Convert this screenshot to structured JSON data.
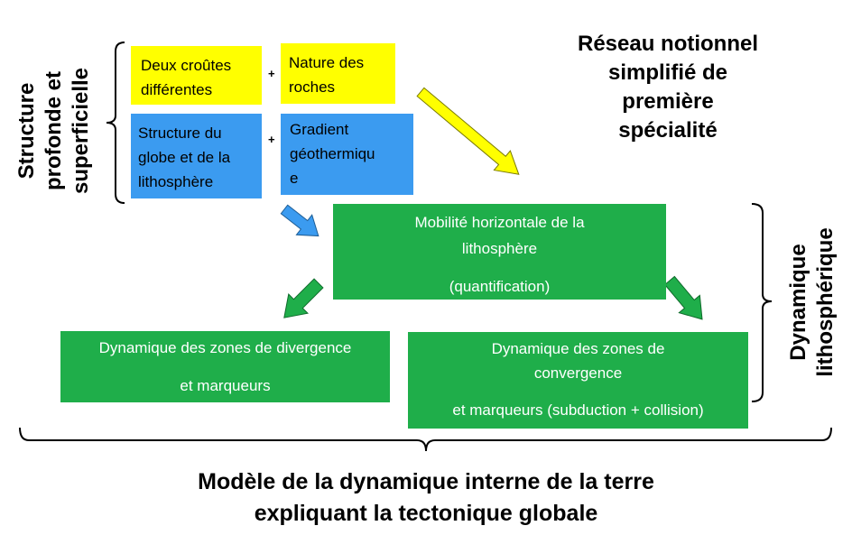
{
  "boxes": {
    "deux_croutes": [
      "Deux croûtes",
      "différentes"
    ],
    "nature_roches": [
      "Nature des",
      "roches"
    ],
    "structure_globe": [
      "Structure du",
      "globe et de la",
      "lithosphère"
    ],
    "gradient": [
      "Gradient",
      "géothermiqu",
      "e"
    ],
    "mobilite": [
      "Mobilité horizontale de la",
      "lithosphère",
      "(quantification)"
    ],
    "divergence": [
      "Dynamique des zones de divergence",
      "et marqueurs"
    ],
    "convergence": [
      "Dynamique des zones de",
      "convergence",
      "et marqueurs (subduction + collision)"
    ]
  },
  "plus": "+",
  "reseau_title": [
    "Réseau notionnel",
    "simplifié de",
    "première",
    "spécialité"
  ],
  "left_label": [
    "Structure",
    "profonde et",
    "superficielle"
  ],
  "right_label": [
    "Dynamique",
    "lithosphérique"
  ],
  "bottom_title": [
    "Modèle de la dynamique interne de la terre",
    "expliquant la tectonique globale"
  ],
  "colors": {
    "yellow": "#ffff00",
    "blue": "#3b9bf0",
    "green": "#1fae4a"
  }
}
